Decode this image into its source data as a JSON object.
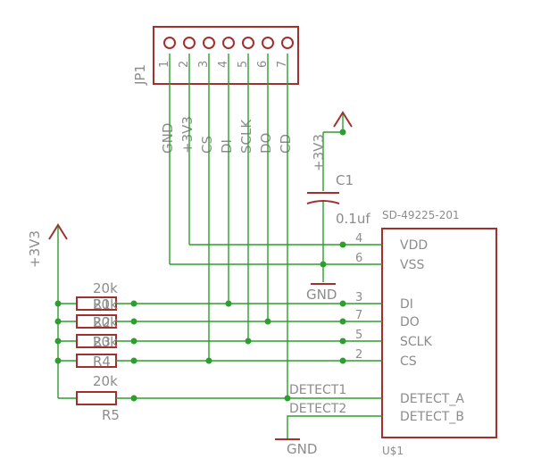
{
  "connector": {
    "ref": "JP1",
    "pin_numbers": [
      "1",
      "2",
      "3",
      "4",
      "5",
      "6",
      "7"
    ],
    "pin_signals": [
      "GND",
      "+3V3",
      "CS",
      "DI",
      "SCLK",
      "DO",
      "CD"
    ]
  },
  "capacitor": {
    "ref": "C1",
    "value": "0.1uf",
    "supply": "+3V3"
  },
  "chip": {
    "ref": "U$1",
    "part_number": "SD-49225-201",
    "pins": [
      {
        "number": "4",
        "name": "VDD"
      },
      {
        "number": "6",
        "name": "VSS"
      },
      {
        "number": "3",
        "name": "DI"
      },
      {
        "number": "7",
        "name": "DO"
      },
      {
        "number": "5",
        "name": "SCLK"
      },
      {
        "number": "2",
        "name": "CS"
      },
      {
        "number": "",
        "name": "DETECT_A"
      },
      {
        "number": "",
        "name": "DETECT_B"
      }
    ]
  },
  "resistors": {
    "supply": "+3V3",
    "items": [
      {
        "ref": "R1",
        "value": "20k"
      },
      {
        "ref": "R2",
        "value": "20k"
      },
      {
        "ref": "R3",
        "value": "20k"
      },
      {
        "ref": "R4",
        "value": "20k"
      },
      {
        "ref": "R5",
        "value": "20k"
      }
    ]
  },
  "nets": {
    "detect1": "DETECT1",
    "detect2": "DETECT2"
  },
  "grounds": {
    "cap_ground": "GND",
    "detect_ground": "GND"
  }
}
